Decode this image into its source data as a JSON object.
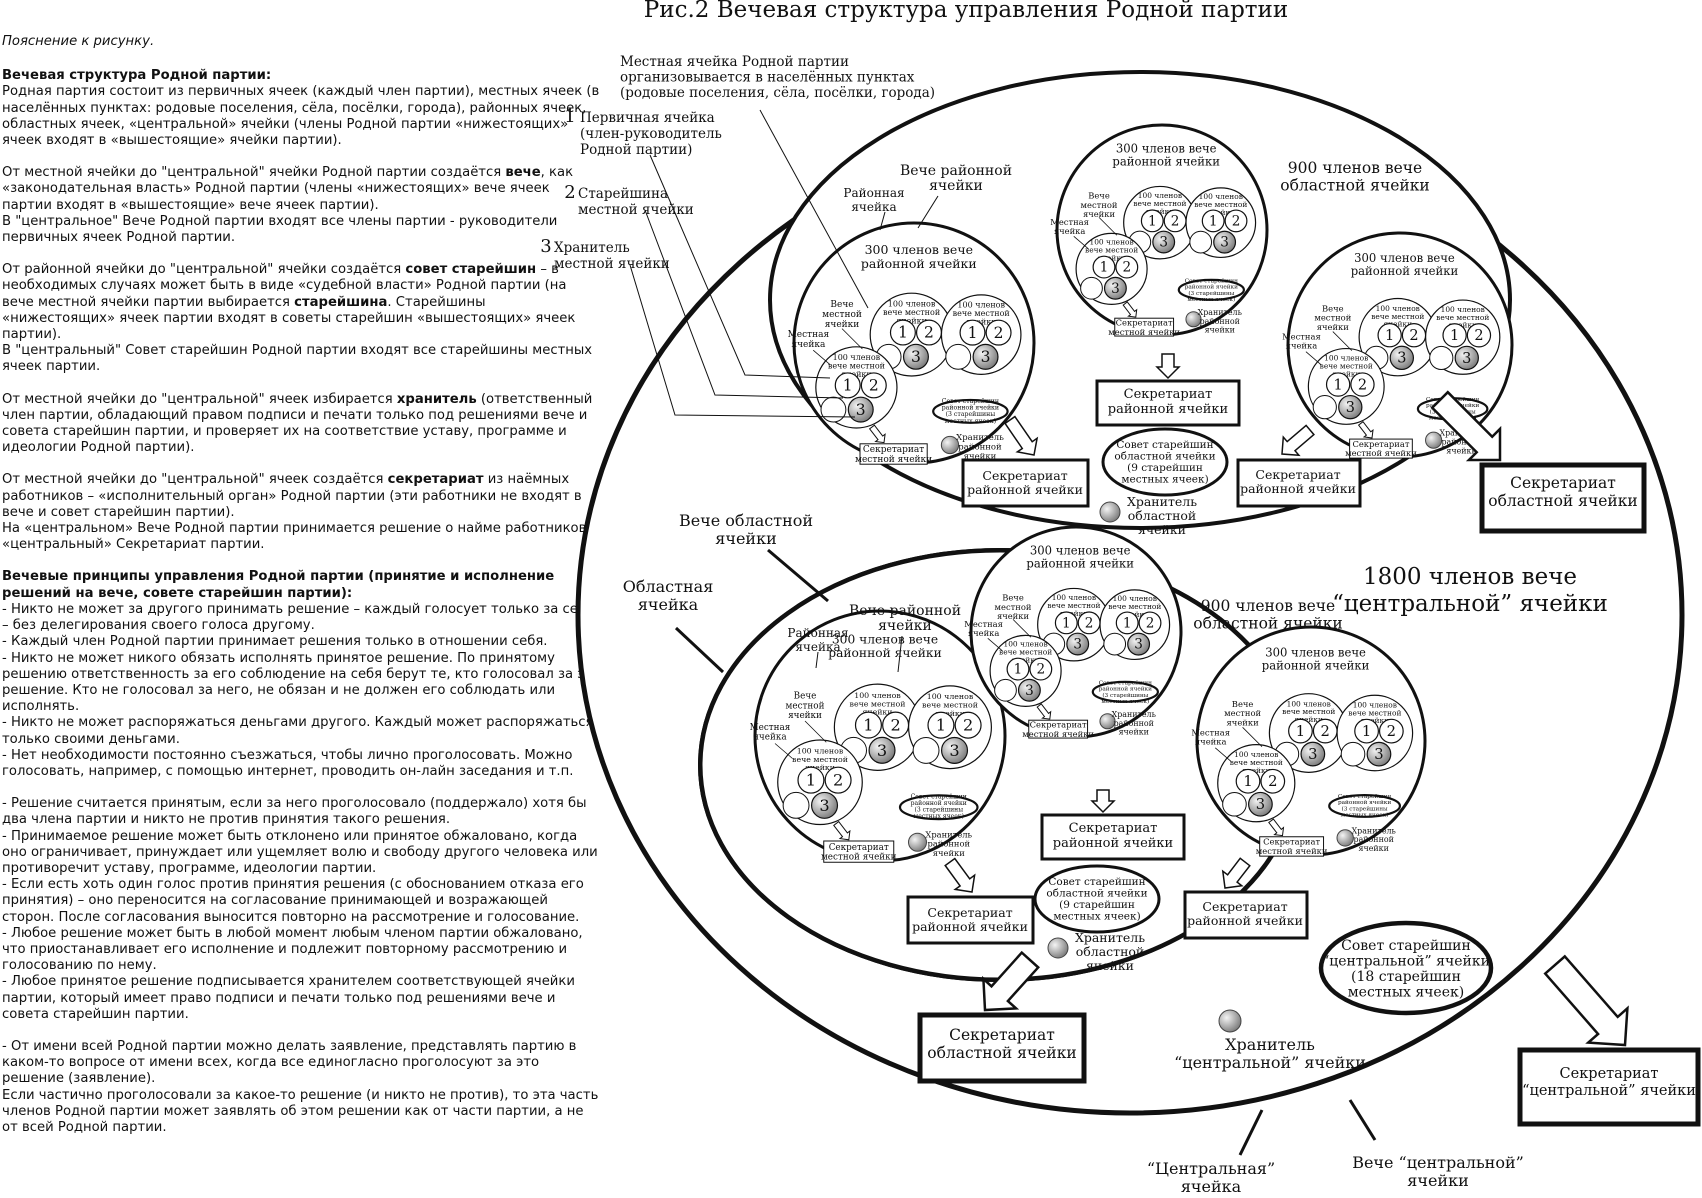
{
  "title": "Рис.2 Вечевая структура управления Родной партии",
  "left_text": {
    "caption": "Пояснение к рисунку.",
    "structure_heading": "Вечевая структура Родной партии:",
    "structure_body": "Родная партия состоит из первичных ячеек (каждый член партии), местных ячеек (в населённых пунктах: родовые поселения, сёла, посёлки, города), районных ячеек, областных ячеек, «центральной» ячейки (члены Родной партии «нижестоящих» ячеек входят в «вышестоящие» ячейки партии).",
    "veche_p1_pre": "От местной ячейки до \"центральной\" ячейки Родной партии создаётся ",
    "veche_p1_bold": "вече",
    "veche_p1_post": ", как «законодательная власть» Родной партии (члены «нижестоящих» вече ячеек партии входят в «вышестоящие» вече ячеек партии).",
    "veche_p2": "В \"центральное\" Вече Родной партии входят все члены партии - руководители первичных ячеек Родной партии.",
    "council_pre": "От районной ячейки до \"центральной\" ячейки создаётся ",
    "council_bold": "совет старейшин",
    "council_mid": " – в необходимых случаях может быть в виде «судебной власти» Родной партии (на вече местной ячейки партии выбирается ",
    "council_bold2": "старейшина",
    "council_post": ". Старейшины «нижестоящих» ячеек партии входят в советы старейшин «вышестоящих» ячеек партии).",
    "council_p2": "В \"центральный\" Совет старейшин Родной партии входят все старейшины местных ячеек партии.",
    "keeper_pre": "От местной ячейки до \"центральной\" ячеек избирается ",
    "keeper_bold": "хранитель",
    "keeper_post": " (ответственный член партии, обладающий правом подписи и печати только под решениями вече и совета старейшин партии, и проверяет их на соответствие уставу, программе и идеологии Родной партии).",
    "secr_pre": "От местной ячейки до \"центральной\" ячеек создаётся ",
    "secr_bold": "секретариат",
    "secr_post": " из наёмных работников – «исполнительный орган» Родной партии (эти работники не входят в вече и совет старейшин партии).",
    "secr_p2": "На «центральном» Вече Родной партии принимается решение о найме работников в «центральный» Секретариат партии.",
    "principles_heading": "Вечевые принципы управления Родной партии (принятие и исполнение решений на вече, совете старейшин партии):",
    "principles_a": [
      "- Никто не может за другого принимать решение – каждый голосует только за себя – без делегирования своего голоса другому.",
      "- Каждый член Родной партии принимает решения только в отношении себя.",
      "- Никто не может никого обязать исполнять принятое решение. По принятому решению ответственность за его соблюдение на себя берут те, кто голосовал за это решение. Кто не голосовал за него, не обязан и не должен его соблюдать или исполнять.",
      "- Никто не может распоряжаться деньгами другого. Каждый может распоряжаться только своими деньгами.",
      "- Нет необходимости постоянно съезжаться, чтобы лично проголосовать. Можно голосовать, например, с помощью интернет, проводить он-лайн заседания и т.п."
    ],
    "principles_b": [
      "- Решение считается принятым, если за него проголосовало (поддержало) хотя бы два члена партии и никто не против принятия такого решения.",
      "- Принимаемое решение может быть отклонено или принятое обжаловано, когда оно ограничивает, принуждает или ущемляет волю и свободу другого человека или противоречит уставу, программе, идеологии партии.",
      "- Если есть хоть один голос против принятия решения (с обоснованием отказа его принятия) – оно переносится на согласование принимающей и возражающей сторон. После согласования выносится повторно на рассмотрение и голосование.",
      "- Любое решение может быть в любой момент любым членом партии обжаловано, что приостанавливает его исполнение и подлежит повторному рассмотрению и голосованию по нему.",
      "- Любое принятое решение подписывается хранителем соответствующей ячейки партии, который имеет право подписи и печати только под решениями вече и совета старейшин партии."
    ],
    "principles_c": [
      "- От имени всей Родной партии можно делать заявление, представлять партию в каком-то вопросе от имени всех, когда все единогласно проголосуют за это решение (заявление).",
      "Если частично проголосовали за какое-то решение (и никто не против), то эта часть членов Родной партии может заявлять об этом решении как от части партии, а не от всей Родной партии."
    ]
  },
  "diagram": {
    "legend_local_cell": [
      "Местная ячейка Родной партии",
      "организовывается в населённых пунктах",
      "(родовые поселения, сёла, посёлки, города)"
    ],
    "legend_numbers": [
      "1",
      "2",
      "3"
    ],
    "legend_primary": [
      "Первичная ячейка",
      "(член-руководитель",
      "Родной партии)"
    ],
    "legend_elder": [
      "Старейшина",
      "местной ячейки"
    ],
    "legend_keeper": [
      "Хранитель",
      "местной ячейки"
    ],
    "label_district_cell": [
      "Районная",
      "ячейка"
    ],
    "label_district_veche": [
      "Вече районной",
      "ячейки"
    ],
    "label_300": [
      "300 членов вече",
      "районной ячейки"
    ],
    "label_900": [
      "900 членов вече",
      "областной ячейки"
    ],
    "label_100": [
      "100 членов",
      "вече местной",
      "ячейки"
    ],
    "label_local_veche": [
      "Вече",
      "местной",
      "ячейки"
    ],
    "label_local_cell": [
      "Местная",
      "ячейка"
    ],
    "label_local_council": [
      "Совет старейшин",
      "районной ячейки",
      "(3 старейшины",
      "местных ячеек)"
    ],
    "label_district_keeper": [
      "Хранитель",
      "районной",
      "ячейки"
    ],
    "label_local_secr": [
      "Секретариат",
      "местной ячейки"
    ],
    "label_district_secr": [
      "Секретариат",
      "районной  ячейки"
    ],
    "label_region_council": [
      "Совет старейшин",
      "областной ячейки",
      "(9 старейшин",
      "местных ячеек)"
    ],
    "label_region_keeper": [
      "Хранитель",
      "областной",
      "ячейки"
    ],
    "label_region_secr": [
      "Секретариат",
      "областной ячейки"
    ],
    "label_region_veche": [
      "Вече областной",
      "ячейки"
    ],
    "label_region_cell": [
      "Областная",
      "ячейка"
    ],
    "label_1800": [
      "1800 членов вече",
      "“центральной” ячейки"
    ],
    "label_central_council": [
      "Совет старейшин",
      "“центральной” ячейки",
      "(18 старейшин",
      "местных ячеек)"
    ],
    "label_central_keeper": [
      "Хранитель",
      "“центральной” ячейки"
    ],
    "label_central_secr": [
      "Секретариат",
      "“центральной” ячейки"
    ],
    "label_central_cell": [
      "“Центральная”",
      "ячейка"
    ],
    "label_central_veche": [
      "Вече “центральной”",
      "ячейки"
    ]
  }
}
